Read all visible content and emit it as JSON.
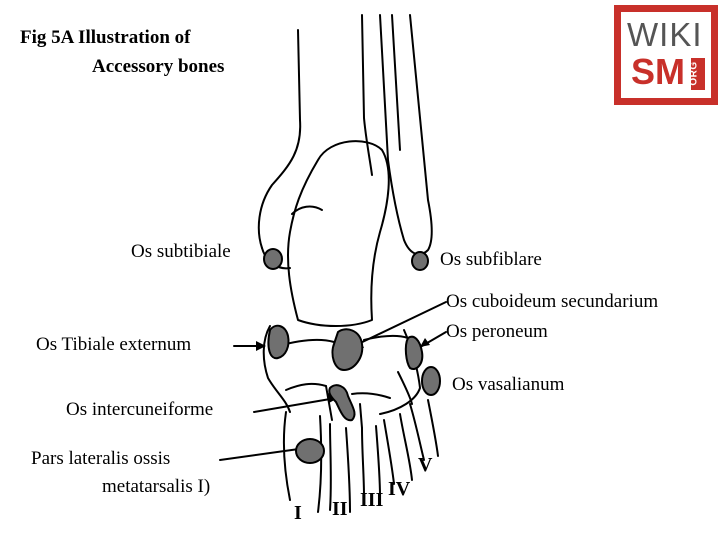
{
  "title": {
    "line1": "Fig 5A Illustration of",
    "line2": "Accessory bones"
  },
  "logo": {
    "top": "WIKI",
    "bottom": "SM",
    "side": "ORG",
    "color": "#c8302a"
  },
  "labels": {
    "os_subtibiale": "Os subtibiale",
    "os_subfiblare": "Os subfiblare",
    "os_cuboideum_secundarium": "Os cuboideum secundarium",
    "os_tibiale_externum": "Os Tibiale externum",
    "os_peroneum": "Os peroneum",
    "os_vasalianum": "Os vasalianum",
    "os_intercuneiforme": "Os intercuneiforme",
    "pars_lateralis_1": "Pars lateralis ossis",
    "pars_lateralis_2": "metatarsalis I)"
  },
  "metatarsals": [
    "I",
    "II",
    "III",
    "IV",
    "V"
  ],
  "colors": {
    "accessory_bone": "#707070",
    "outline": "#000000"
  }
}
